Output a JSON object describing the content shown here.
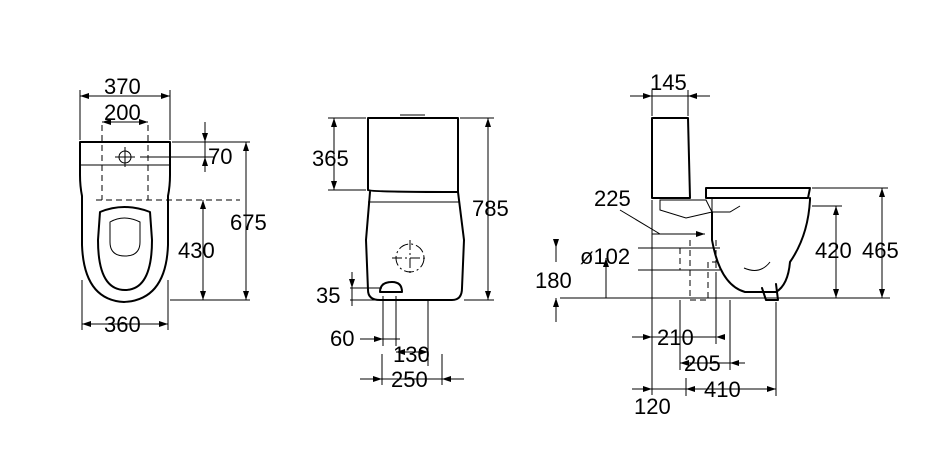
{
  "top_view": {
    "dim_overall_width": "370",
    "dim_fixing_spacing": "200",
    "dim_fixing_offset": "70",
    "dim_total_depth": "675",
    "dim_depth_to_fixings": "430",
    "dim_base_width": "360"
  },
  "front_view": {
    "dim_cistern_height": "365",
    "dim_total_height": "785",
    "dim_inlet_height": "35",
    "dim_inlet_offset": "60",
    "dim_fixing_spacing": "130",
    "dim_base_width": "250"
  },
  "side_view": {
    "dim_cistern_depth": "145",
    "dim_waste_depth": "225",
    "dim_outlet_diameter": "ø102",
    "dim_outlet_height": "180",
    "dim_seat_height": "420",
    "dim_rim_height": "465",
    "dim_outlet_from_wall": "210",
    "dim_outlet_center": "205",
    "dim_wall_clearance": "120",
    "dim_projection": "410"
  }
}
